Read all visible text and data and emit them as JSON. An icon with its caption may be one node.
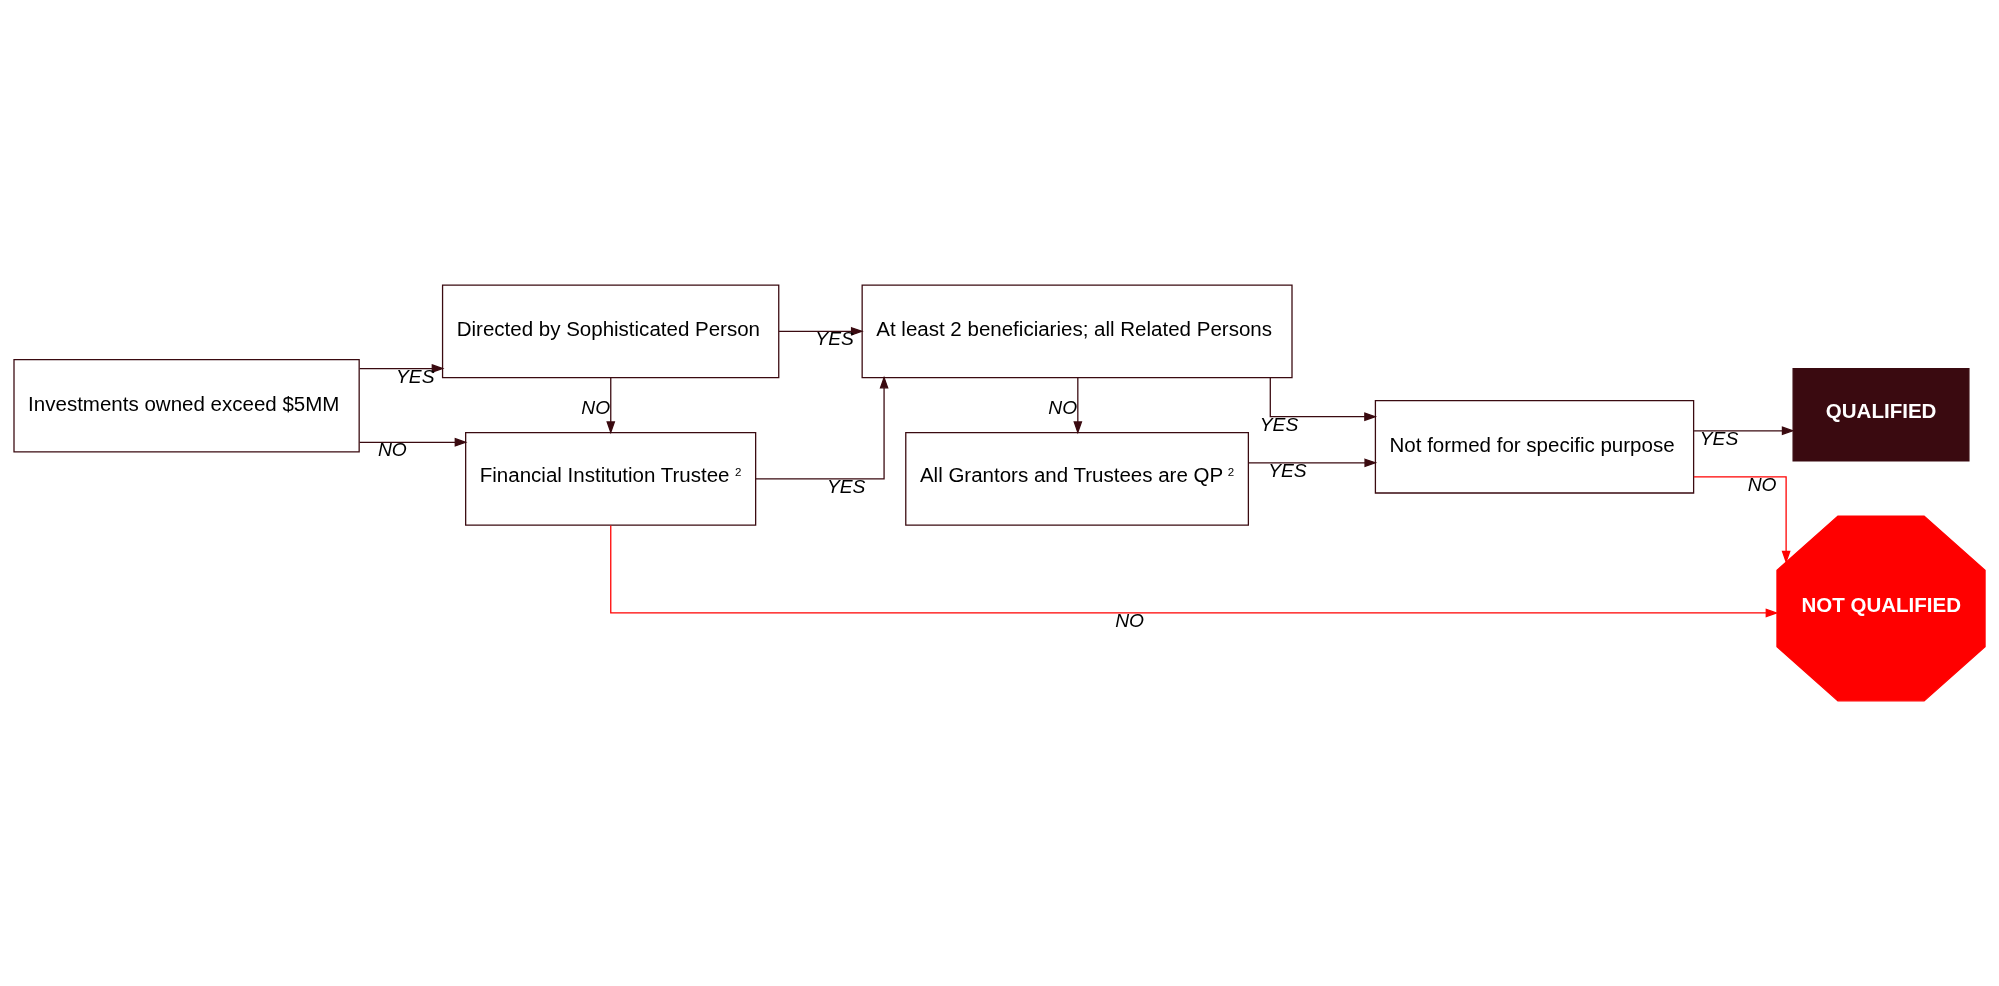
{
  "diagram": {
    "nodes": [
      {
        "text": [
          "Investments owned exceed $5MM"
        ]
      },
      {
        "text": [
          "Directed by Sophisticated Person"
        ]
      },
      {
        "text": [
          "Financial Institution Trustee$^{2}$"
        ]
      },
      {
        "text": [
          "At least 2 beneficiaries; all Related Persons"
        ]
      },
      {
        "text": [
          "All Grantors and Trustees are QP$^{2}$"
        ]
      },
      {
        "text": [
          "Not formed for specific purpose"
        ]
      },
      {
        "text": [
          "QUALIFIED"
        ]
      },
      {
        "text": [
          "NOT QUALIFIED"
        ]
      }
    ],
    "edges": [
      {
        "from": 0,
        "to": 1,
        "arrow": "to",
        "label": "YES"
      },
      {
        "from": 0,
        "to": 2,
        "arrow": "to",
        "label": "NO"
      },
      {
        "from": 1,
        "to": 3,
        "arrow": "to",
        "label": "YES"
      },
      {
        "from": 1,
        "to": 2,
        "arrow": "to",
        "label": "NO"
      },
      {
        "from": 2,
        "to": 3,
        "arrow": "to",
        "label": "YES"
      },
      {
        "from": 2,
        "to": 7,
        "arrow": "to",
        "label": "NO",
        "color": "#ff0000"
      },
      {
        "from": 3,
        "to": 5,
        "arrow": "to",
        "label": "YES"
      },
      {
        "from": 3,
        "to": 4,
        "arrow": "to",
        "label": "NO"
      },
      {
        "from": 4,
        "to": 5,
        "arrow": "to",
        "label": "YES"
      },
      {
        "from": 5,
        "to": 6,
        "arrow": "to",
        "label": "YES"
      },
      {
        "from": 5,
        "to": 7,
        "arrow": "to",
        "label": "NO",
        "color": "#ff0000"
      }
    ]
  }
}
